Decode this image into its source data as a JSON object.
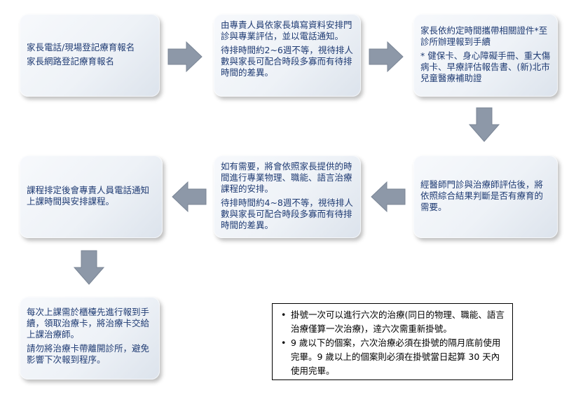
{
  "steps": [
    {
      "lines": [
        "家長電話/現場登記療育報名",
        "家長網路登記療育報名"
      ]
    },
    {
      "paras": [
        "由專責人員依家長填寫資料安排門診與專業評估，並以電話通知。",
        "待排時間約2~6週不等，視待排人數與家長可配合時段多寡而有待排時間的差異。"
      ]
    },
    {
      "paras": [
        "家長依約定時間攜帶相關證件*至診所辦理報到手續",
        "* 健保卡、身心障礙手冊、重大傷病卡、早療評估報告書、(新)北市兒童醫療補助證"
      ]
    },
    {
      "paras": [
        "經醫師門診與治療師評估後，將依照綜合結果判斷是否有療育的需要。"
      ]
    },
    {
      "paras": [
        "如有需要，將會依照家長提供的時間進行專業物理、職能、語言治療課程的安排。",
        "待排時間約4~8週不等，視待排人數與家長可配合時段多寡而有待排時間的差異。"
      ]
    },
    {
      "paras": [
        "課程排定後會專責人員電話通知上課時間與安排課程。"
      ]
    },
    {
      "paras": [
        "每次上課需於櫃檯先進行報到手續，領取治療卡，將治療卡交給上課治療師。",
        "請勿將治療卡帶離開診所，避免影響下次報到程序。"
      ]
    }
  ],
  "note": {
    "items": [
      "掛號一次可以進行六次的治療(同日的物理、職能、語言治療僅算一次治療)，逹六次需重新掛號。",
      "9 歲以下的個案，六次治療必須在掛號的隔月底前使用完畢。9 歲以上的個案則必須在掛號當日起算 30 天內使用完畢。"
    ],
    "bullet": "•"
  },
  "colors": {
    "text": "#1f3b73",
    "arrow": "#8d98a8",
    "box_light": "#f7f9fc",
    "box_dark": "#dce3ec"
  },
  "icons": [
    "right-arrow-icon",
    "down-arrow-icon",
    "left-arrow-icon"
  ]
}
